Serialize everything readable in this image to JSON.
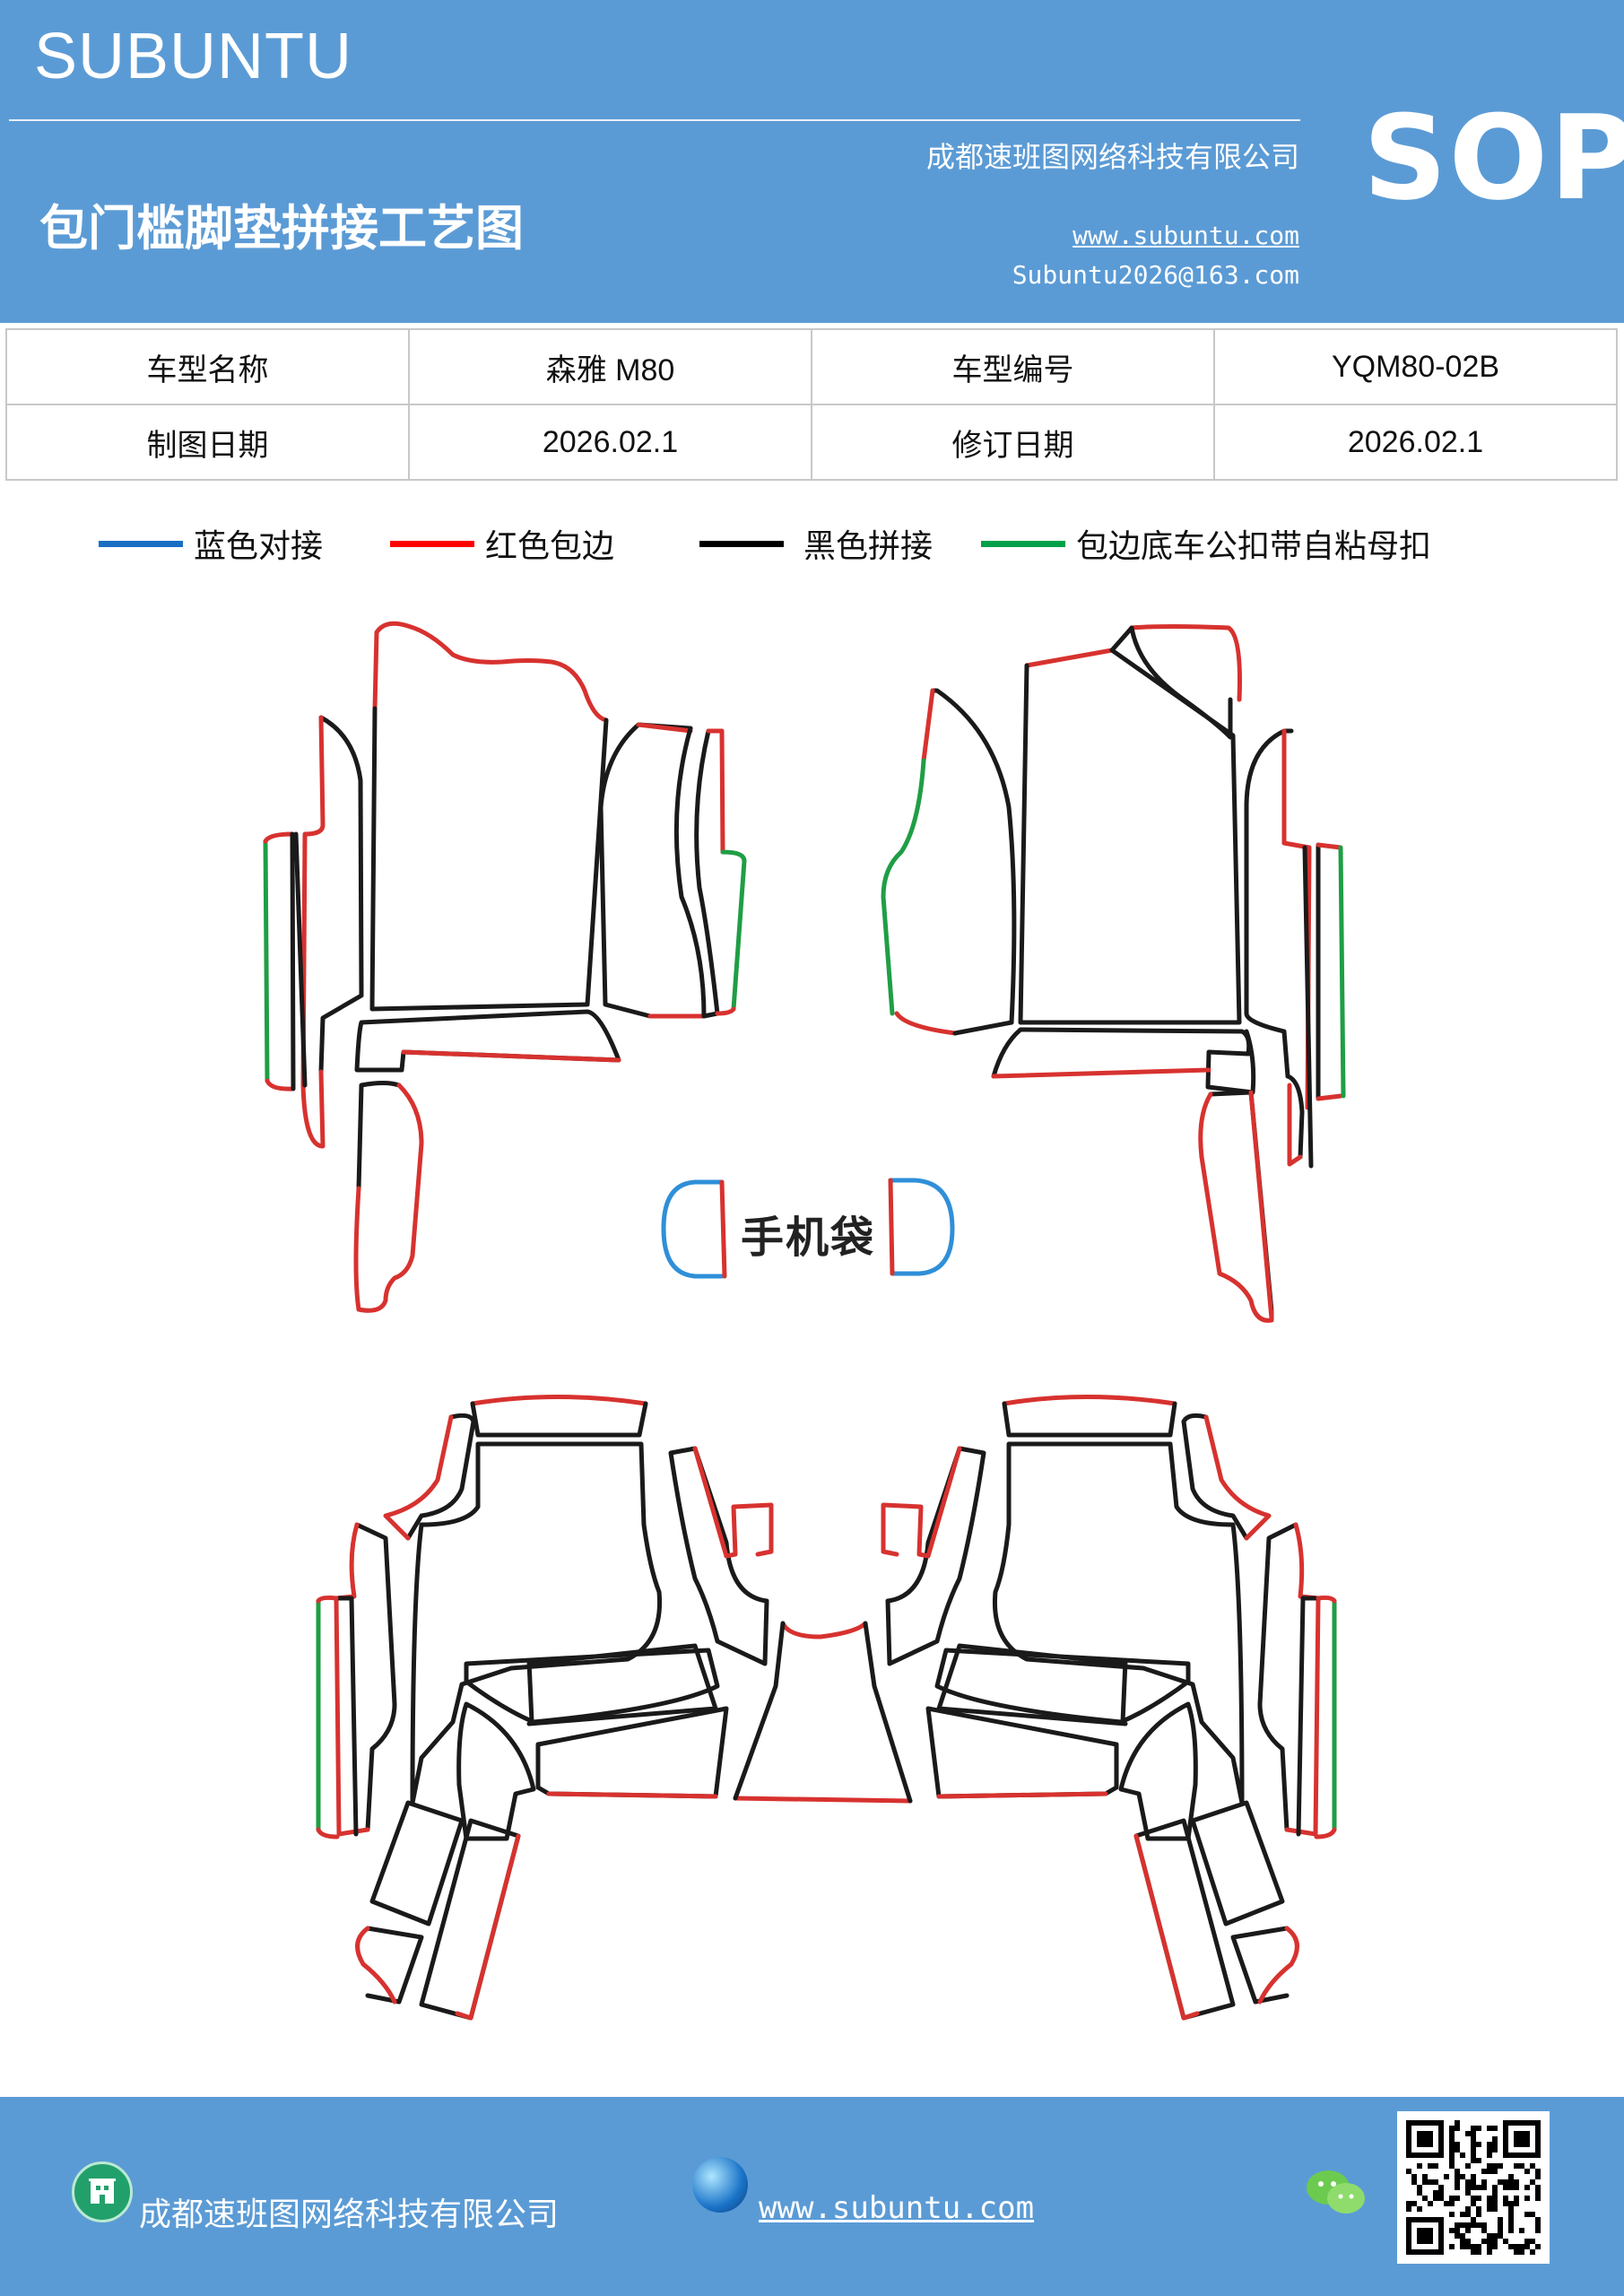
{
  "header": {
    "brand": "SUBUNTU",
    "sop": "SOP",
    "company": "成都速班图网络科技有限公司",
    "title": "包门槛脚垫拼接工艺图",
    "website": "www.subuntu.com",
    "email": "Subuntu2026@163.com"
  },
  "info": {
    "model_name_label": "车型名称",
    "model_name_value": "森雅 M80",
    "model_no_label": "车型编号",
    "model_no_value": "YQM80-02B",
    "draw_date_label": "制图日期",
    "draw_date_value": "2026.02.1",
    "revise_date_label": "修订日期",
    "revise_date_value": "2026.02.1"
  },
  "legend": [
    {
      "label": "蓝色对接",
      "color": "#1a6fc4"
    },
    {
      "label": "红色包边",
      "color": "#ff0000"
    },
    {
      "label": "黑色拼接",
      "color": "#000000"
    },
    {
      "label": "包边底车公扣带自粘母扣",
      "color": "#00a04a"
    }
  ],
  "diagram": {
    "phone_pocket_label": "手机袋",
    "colors": {
      "red": "#d7322f",
      "black": "#1a1a1a",
      "green": "#1f9e45",
      "blue": "#2f8fd8"
    }
  },
  "footer": {
    "company": "成都速班图网络科技有限公司",
    "website": "www.subuntu.com",
    "icons": [
      "building-icon",
      "globe-icon",
      "wechat-icon",
      "qr-code"
    ]
  }
}
